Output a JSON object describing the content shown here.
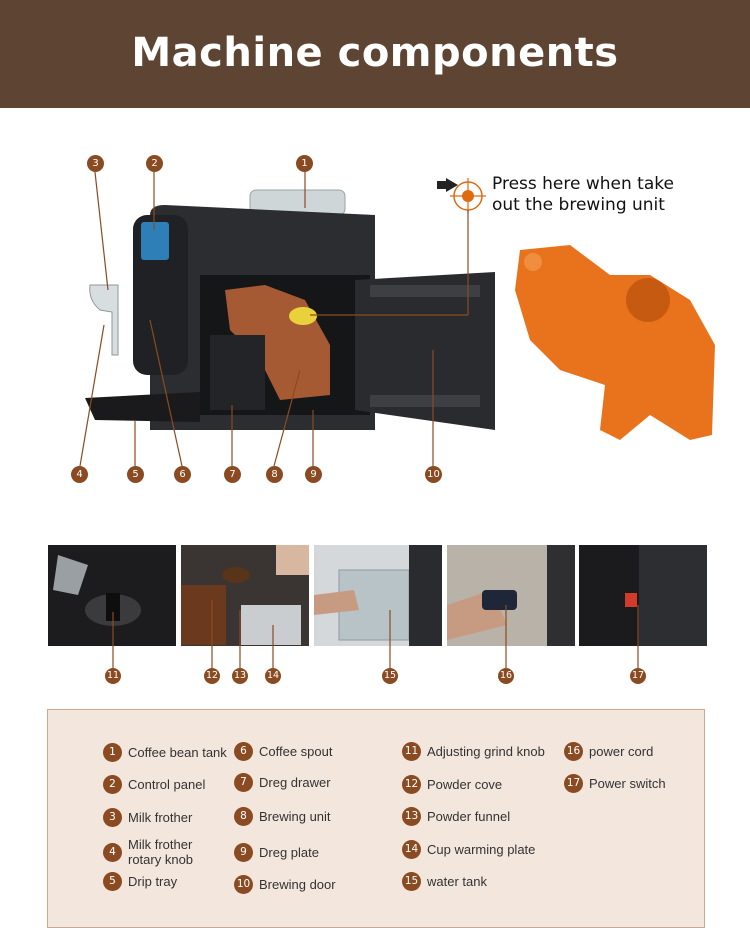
{
  "header": {
    "title": "Machine components"
  },
  "callout": {
    "line1": "Press here when take",
    "line2": "out the brewing unit"
  },
  "diagram_numbers": [
    "1",
    "2",
    "3",
    "4",
    "5",
    "6",
    "7",
    "8",
    "9",
    "10"
  ],
  "detail_numbers": [
    "11",
    "12",
    "13",
    "14",
    "15",
    "16",
    "17"
  ],
  "legend": [
    {
      "n": "1",
      "label": "Coffee bean tank"
    },
    {
      "n": "2",
      "label": "Control panel"
    },
    {
      "n": "3",
      "label": "Milk frother"
    },
    {
      "n": "4",
      "label": "Milk frother rotary knob"
    },
    {
      "n": "5",
      "label": "Drip tray"
    },
    {
      "n": "6",
      "label": "Coffee spout"
    },
    {
      "n": "7",
      "label": "Dreg drawer"
    },
    {
      "n": "8",
      "label": "Brewing unit"
    },
    {
      "n": "9",
      "label": "Dreg plate"
    },
    {
      "n": "10",
      "label": "Brewing door"
    },
    {
      "n": "11",
      "label": "Adjusting grind knob"
    },
    {
      "n": "12",
      "label": "Powder cove"
    },
    {
      "n": "13",
      "label": "Powder funnel"
    },
    {
      "n": "14",
      "label": "Cup warming plate"
    },
    {
      "n": "15",
      "label": "water tank"
    },
    {
      "n": "16",
      "label": "power cord"
    },
    {
      "n": "17",
      "label": "Power switch"
    }
  ],
  "colors": {
    "header_bg": "#5e4433",
    "badge": "#8a4b22",
    "legend_bg": "#f3e6dd",
    "brewing_unit": "#e8731c"
  }
}
